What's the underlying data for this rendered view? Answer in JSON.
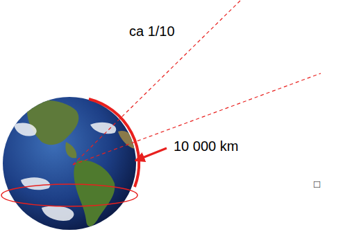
{
  "diagram": {
    "labels": [
      "ca 1/10",
      "10 000 km",
      "□"
    ]
  }
}
